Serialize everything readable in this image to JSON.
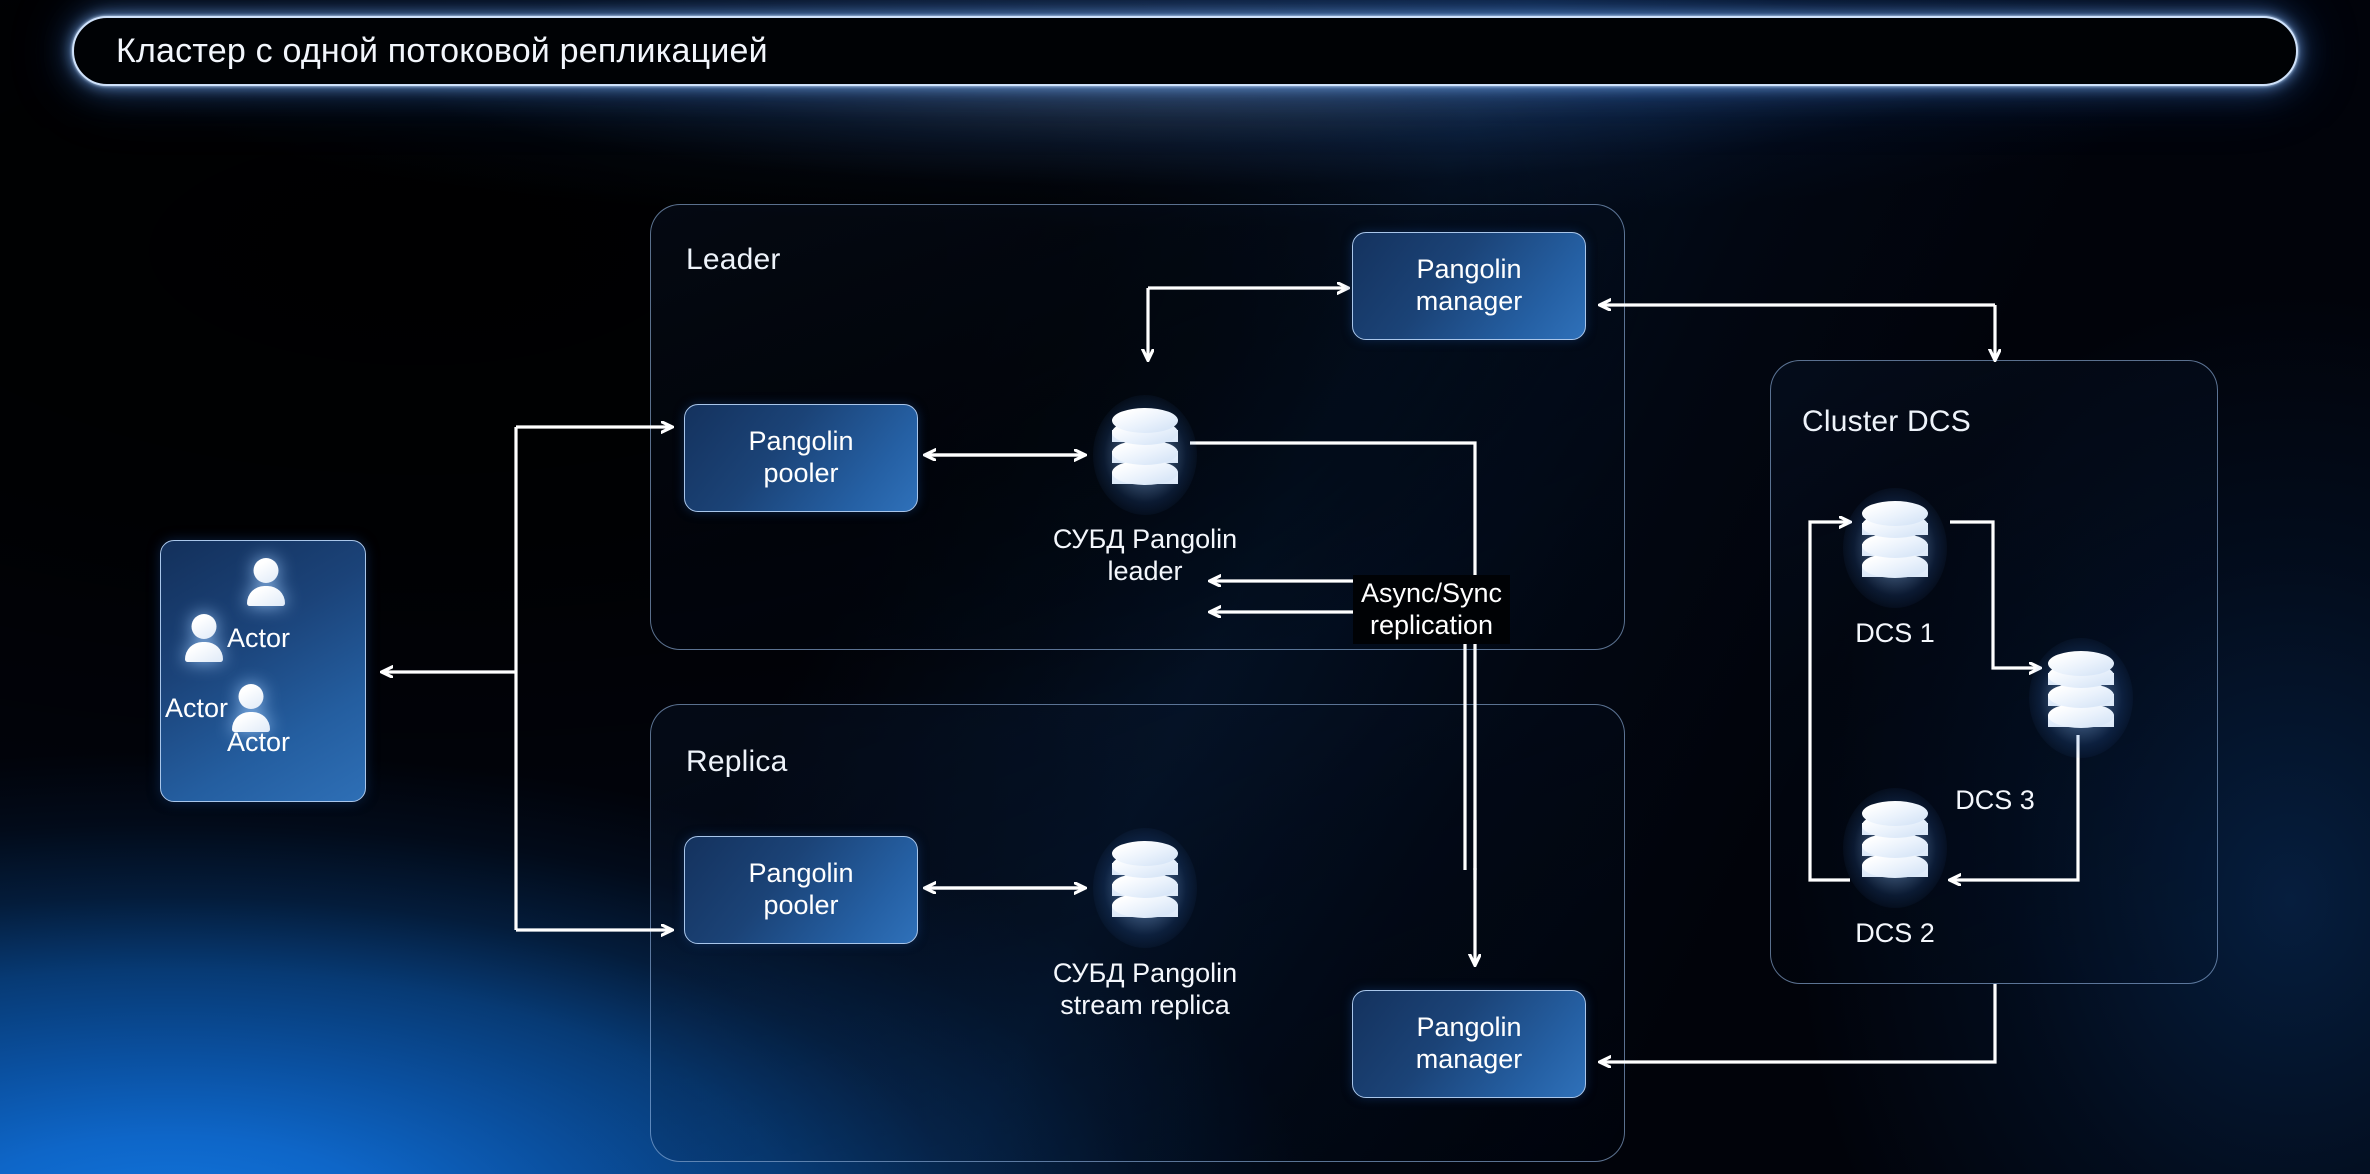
{
  "title": {
    "text": "Кластер с одной потоковой репликацией"
  },
  "colors": {
    "accent_border": "#a9c6ea",
    "node_fill_start": "#14325e",
    "node_fill_end": "#2f71ba",
    "background_glow": "#0e66c8",
    "wire": "#ffffff",
    "text": "#ffffff"
  },
  "groups": {
    "leader": {
      "label": "Leader"
    },
    "replica": {
      "label": "Replica"
    },
    "dcs": {
      "label": "Cluster DCS"
    }
  },
  "actors": {
    "items": [
      {
        "label": "Actor",
        "icon": "person-icon"
      },
      {
        "label": "Actor",
        "icon": "person-icon"
      },
      {
        "label": "Actor",
        "icon": "person-icon"
      }
    ]
  },
  "leader": {
    "pooler": {
      "line1": "Pangolin",
      "line2": "pooler"
    },
    "manager": {
      "line1": "Pangolin",
      "line2": "manager"
    },
    "database": {
      "icon": "database-icon",
      "line1": "СУБД Pangolin",
      "line2": "leader"
    }
  },
  "replica": {
    "pooler": {
      "line1": "Pangolin",
      "line2": "pooler"
    },
    "manager": {
      "line1": "Pangolin",
      "line2": "manager"
    },
    "database": {
      "icon": "database-icon",
      "line1": "СУБД Pangolin",
      "line2": "stream replica"
    }
  },
  "dcs": {
    "nodes": [
      {
        "label": "DCS 1",
        "icon": "database-icon"
      },
      {
        "label": "DCS 2",
        "icon": "database-icon"
      },
      {
        "label": "DCS 3",
        "icon": "database-icon"
      }
    ]
  },
  "edges": {
    "replication": {
      "line1": "Async/Sync",
      "line2": "replication"
    }
  }
}
